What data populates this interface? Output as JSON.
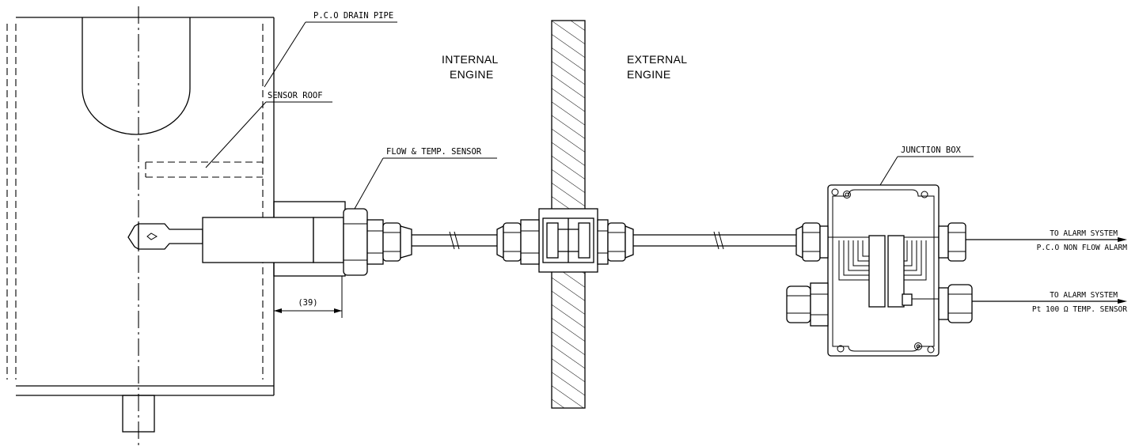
{
  "zones": {
    "internal_line1": "INTERNAL",
    "internal_line2": "ENGINE",
    "external_line1": "EXTERNAL",
    "external_line2": "ENGINE"
  },
  "labels": {
    "drain_pipe": "P.C.O DRAIN PIPE",
    "sensor_roof": "SENSOR ROOF",
    "sensor": "FLOW & TEMP. SENSOR",
    "junction_box": "JUNCTION BOX",
    "dimension": "(39)"
  },
  "outputs": [
    {
      "destination": "TO ALARM SYSTEM",
      "signal": "P.C.O NON FLOW ALARM"
    },
    {
      "destination": "TO ALARM SYSTEM",
      "signal": "Pt 100 Ω TEMP. SENSOR"
    }
  ]
}
